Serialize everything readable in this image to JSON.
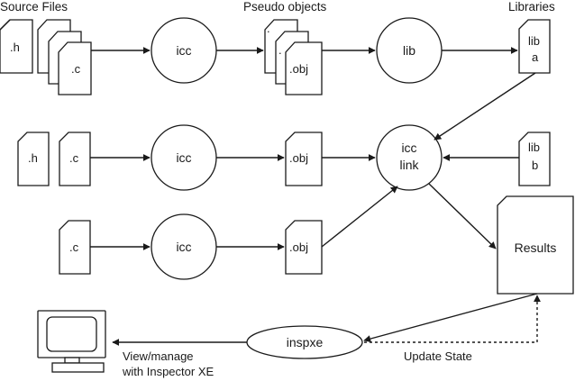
{
  "headers": {
    "source_files": "Source Files",
    "pseudo_objects": "Pseudo objects",
    "libraries": "Libraries"
  },
  "row1": {
    "src_h": ".h",
    "src_c": ".c",
    "compiler": "icc",
    "obj_dot1": ".",
    "obj_dot2": ".",
    "obj": ".obj",
    "lib_tool": "lib",
    "lib_a_line1": "lib",
    "lib_a_line2": "a"
  },
  "row2": {
    "src_h": ".h",
    "src_c": ".c",
    "compiler": "icc",
    "obj": ".obj",
    "linker_line1": "icc",
    "linker_line2": "link",
    "lib_b_line1": "lib",
    "lib_b_line2": "b"
  },
  "row3": {
    "src_c": ".c",
    "compiler": "icc",
    "obj": ".obj",
    "results": "Results"
  },
  "bottom": {
    "inspxe": "inspxe",
    "view_line1": "View/manage",
    "view_line2": "with Inspector XE",
    "update_state": "Update State"
  }
}
